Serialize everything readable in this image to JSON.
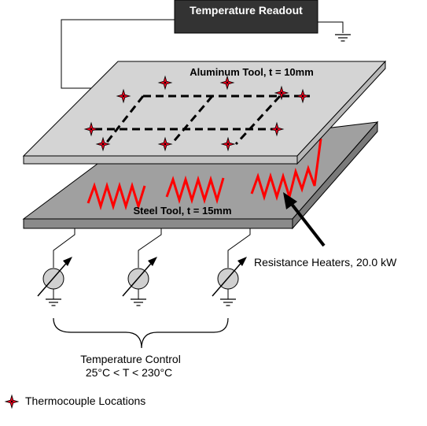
{
  "readout": {
    "label": "Temperature Readout"
  },
  "aluminum_tool": {
    "label": "Aluminum Tool, t = 10mm"
  },
  "steel_tool": {
    "label": "Steel Tool, t = 15mm"
  },
  "heaters": {
    "label": "Resistance Heaters, 20.0 kW"
  },
  "control": {
    "line1": "Temperature Control",
    "line2": "25°C < T < 230°C"
  },
  "legend": {
    "thermocouple_label": "Thermocouple Locations"
  },
  "colors": {
    "aluminum": "#d4d4d4",
    "steel_top": "#a0a0a0",
    "steel_side": "#7a7a7a",
    "heater": "#ff0000",
    "thermocouple": "#e8001c",
    "readout_box": "#333333"
  },
  "icons": {
    "thermocouple": "four-point-star-icon",
    "ground": "ground-icon",
    "controller": "variable-resistor-icon"
  }
}
